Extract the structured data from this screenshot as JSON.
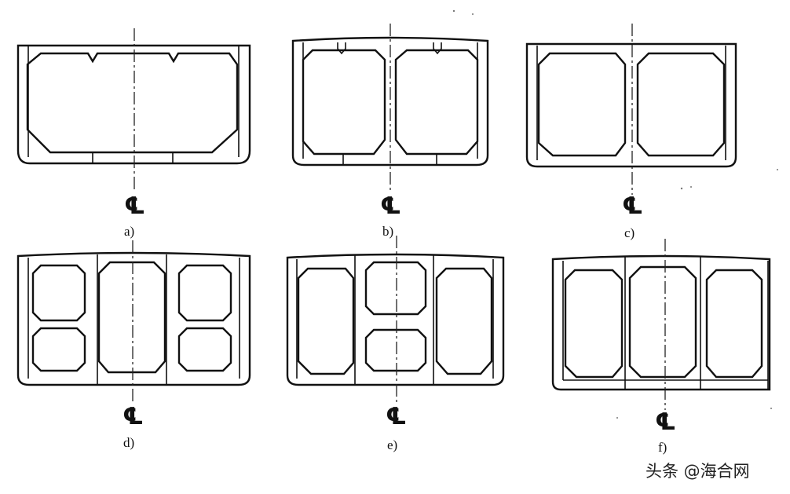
{
  "figure": {
    "centerline_symbol": "℄",
    "panels": [
      {
        "id": "a",
        "caption": "a)"
      },
      {
        "id": "b",
        "caption": "b)"
      },
      {
        "id": "c",
        "caption": "c)"
      },
      {
        "id": "d",
        "caption": "d)"
      },
      {
        "id": "e",
        "caption": "e)"
      },
      {
        "id": "f",
        "caption": "f)"
      }
    ]
  },
  "watermark": {
    "text": "头条 @海合网"
  },
  "colors": {
    "line": "#111111",
    "background": "#ffffff"
  }
}
